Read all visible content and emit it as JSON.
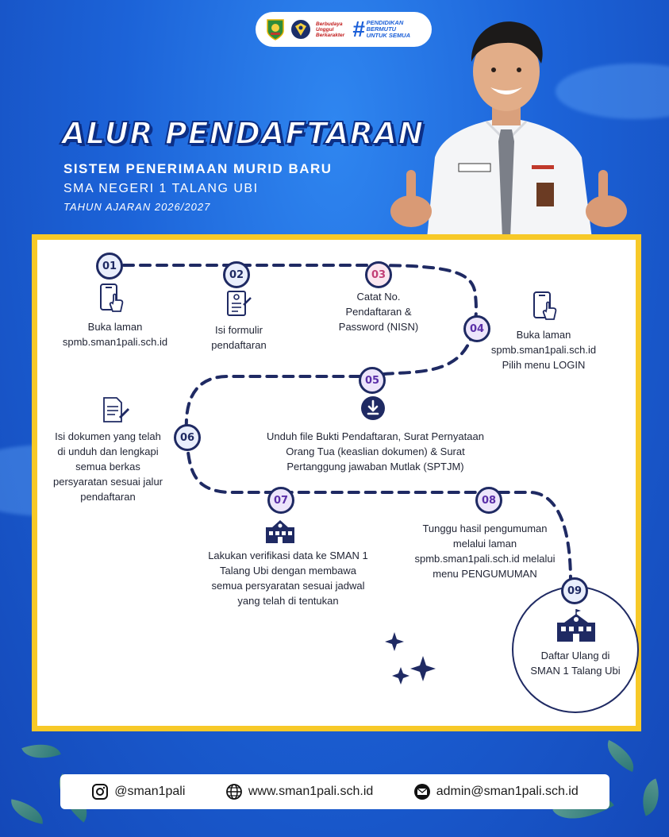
{
  "header": {
    "tagline": "Berbudaya Unggul Berkarakter",
    "hashtag_symbol": "#",
    "hashtag_line1": "PENDIDIKAN",
    "hashtag_line2": "BERMUTU",
    "hashtag_line3": "UNTUK SEMUA"
  },
  "title": "ALUR PENDAFTARAN",
  "subtitle": "SISTEM PENERIMAAN MURID BARU",
  "school": "SMA NEGERI 1 TALANG UBI",
  "year": "TAHUN AJARAN 2026/2027",
  "steps": [
    {
      "num": "01",
      "text": "Buka laman\nspmb.sman1pali.sch.id",
      "icon": "phone-tap-icon"
    },
    {
      "num": "02",
      "text": "Isi formulir\npendaftaran",
      "icon": "form-icon"
    },
    {
      "num": "03",
      "text": "Catat No.\nPendaftaran &\nPassword (NISN)",
      "icon": ""
    },
    {
      "num": "04",
      "text": "Buka laman\nspmb.sman1pali.sch.id\nPilih menu LOGIN",
      "icon": "phone-tap-icon"
    },
    {
      "num": "05",
      "text": "Unduh file Bukti Pendaftaran, Surat Pernyataan\nOrang Tua (keaslian dokumen) & Surat\nPertanggung jawaban Mutlak (SPTJM)",
      "icon": "download-icon"
    },
    {
      "num": "06",
      "text": "Isi dokumen yang telah\ndi unduh dan lengkapi\nsemua berkas\npersyaratan sesuai jalur\npendaftaran",
      "icon": "document-edit-icon"
    },
    {
      "num": "07",
      "text": "Lakukan verifikasi data ke SMAN 1\nTalang Ubi dengan membawa\nsemua persyaratan sesuai jadwal\nyang telah di tentukan",
      "icon": "school-icon"
    },
    {
      "num": "08",
      "text": "Tunggu hasil pengumuman\nmelalui laman\nspmb.sman1pali.sch.id melalui\nmenu PENGUMUMAN",
      "icon": ""
    },
    {
      "num": "09",
      "text": "Daftar Ulang di\nSMAN 1 Talang Ubi",
      "icon": "school-icon"
    }
  ],
  "footer": {
    "instagram": "@sman1pali",
    "website": "www.sman1pali.sch.id",
    "email": "admin@sman1pali.sch.id"
  },
  "colors": {
    "background": "#1c63d8",
    "card_border": "#f7c928",
    "path": "#1f2a63",
    "pink": "#c23f76",
    "purple": "#5b2fa8"
  }
}
